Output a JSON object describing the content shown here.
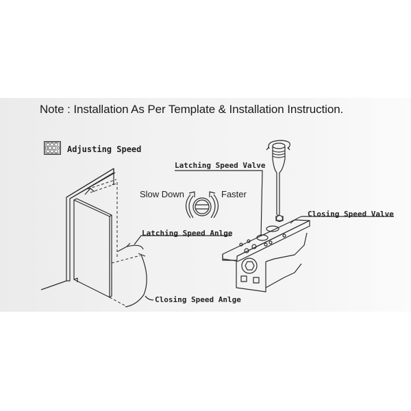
{
  "note": "Note : Installation As Per Template & Installation Instruction.",
  "legend": {
    "icon": "hex-wrench-icon",
    "label": "Adjusting Speed"
  },
  "labels": {
    "latching_speed_valve": "Latching Speed Valve",
    "closing_speed_valve": "Closing Speed Valve",
    "latching_speed_angle": "Latching Speed Anlge",
    "closing_speed_angle": "Closing Speed Anlge",
    "slow_down": "Slow Down",
    "faster": "Faster"
  },
  "colors": {
    "band_background": "#efefef",
    "line": "#2a2a2a",
    "text": "#1a1a1a"
  }
}
